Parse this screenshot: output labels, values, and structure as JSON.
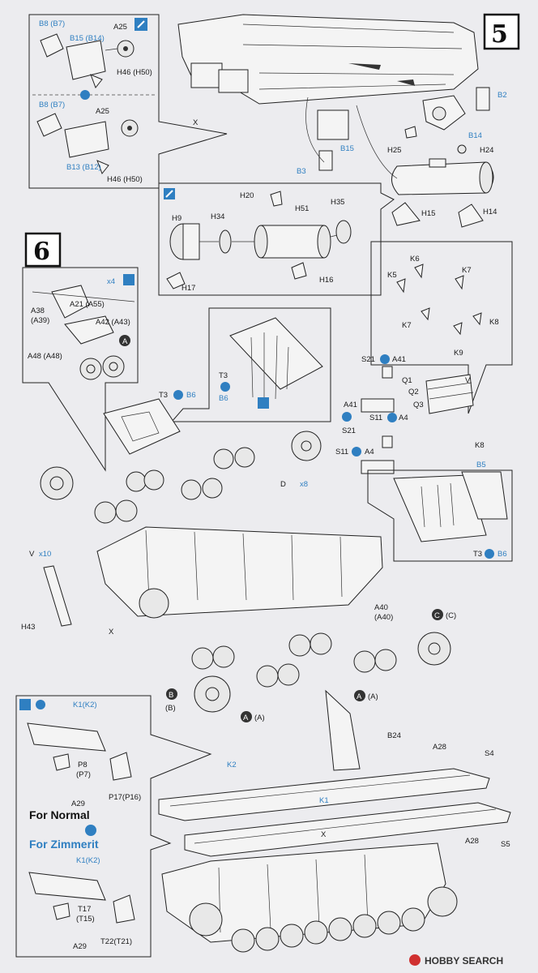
{
  "steps": {
    "step5": "5",
    "step6": "6"
  },
  "step5_labels": {
    "b8_b7_top": "B8 (B7)",
    "b15_b14": "B15 (B14)",
    "a25_top": "A25",
    "h46_h50_top": "H46 (H50)",
    "b8_b7_bottom": "B8 (B7)",
    "a25_bottom": "A25",
    "b13_b12": "B13 (B12)",
    "h46_h50_bottom": "H46 (H50)",
    "x": "X",
    "b15": "B15",
    "b3": "B3",
    "b2": "B2",
    "b14": "B14",
    "h25": "H25",
    "h24": "H24",
    "h20": "H20",
    "h35": "H35",
    "h9": "H9",
    "h34": "H34",
    "h51": "H51",
    "h17": "H17",
    "h16": "H16",
    "h15": "H15",
    "h14": "H14"
  },
  "step6_labels": {
    "x4": "x4",
    "a38_a39": "A38",
    "a39": "(A39)",
    "a21_a55": "A21 (A55)",
    "a42_a43": "A42 (A43)",
    "a48_a48": "A48 (A48)",
    "a_top": "A",
    "k6": "K6",
    "k5": "K5",
    "k7_a": "K7",
    "k7_b": "K7",
    "k8_top": "K8",
    "k9": "K9",
    "s21_a41_top": "S21",
    "a41_top": "A41",
    "q1": "Q1",
    "q2": "Q2",
    "q3": "Q3",
    "v_top": "V",
    "a41_mid": "A41",
    "s11_a4_top": "S11",
    "a4_top": "A4",
    "s21_mid": "S21",
    "s11_a4_bottom": "S11",
    "a4_bottom": "A4",
    "k8_mid": "K8",
    "b5": "B5",
    "t3_b6_top": "T3",
    "b6_top": "B6",
    "t3_b6_box": "T3",
    "b6_box": "B6",
    "t3_b6_right": "T3",
    "b6_right": "B6",
    "d": "D",
    "x8": "x8",
    "v_left": "V",
    "x10": "x10",
    "h43": "H43",
    "x_hull": "X",
    "a40_a40": "A40",
    "a40b": "(A40)",
    "c_c": "C",
    "cc": "(C)",
    "b_top": "B",
    "b_paren": "(B)",
    "a_a_1": "A",
    "a_a_1b": "(A)",
    "a_a_2": "A",
    "a_a_2b": "(A)"
  },
  "fenders": {
    "k1_k2_top": "K1(K2)",
    "p8_p7": "P8",
    "p7": "(P7)",
    "p17_p16": "P17(P16)",
    "a29_top": "A29",
    "for_normal": "For Normal",
    "for_zimmerit": "For Zimmerit",
    "k1_k2_bottom": "K1(K2)",
    "t17_t15": "T17",
    "t15": "(T15)",
    "t22_t21": "T22(T21)",
    "a29_bottom": "A29",
    "b24": "B24",
    "a28_top": "A28",
    "s4": "S4",
    "k2": "K2",
    "k1": "K1",
    "a28_bottom": "A28",
    "s5": "S5",
    "x": "X"
  },
  "watermark": "HOBBY SEARCH"
}
